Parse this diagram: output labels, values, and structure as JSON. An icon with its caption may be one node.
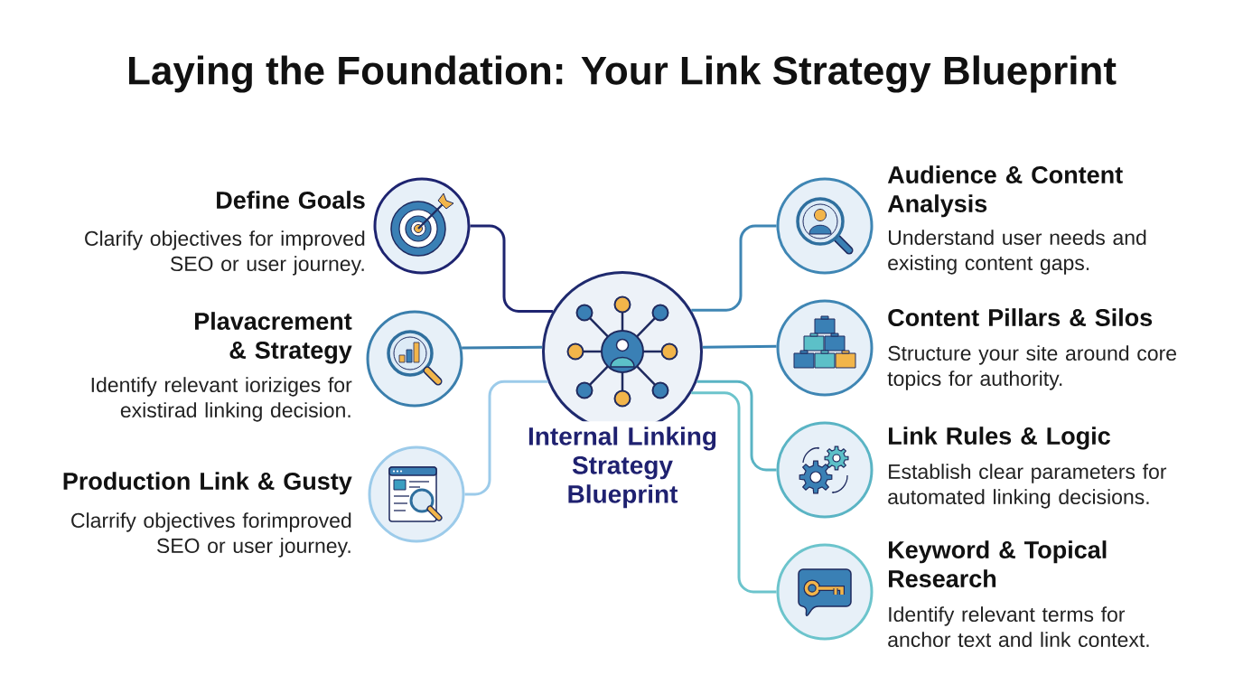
{
  "diagram": {
    "title": "Laying the Foundation: Your Link Strategy Blueprint",
    "nodes": [
      {
        "text": [
          "Internal Linking Strategy Blueprint"
        ]
      },
      {
        "text": [
          "Define Goals",
          "Clarify objectives for improved SEO or user journey."
        ]
      },
      {
        "text": [
          "Plavacrement & Strategy",
          "Identify relevant ioriziges for existirad linking decision."
        ]
      },
      {
        "text": [
          "Production Link & Gusty",
          "Clarrify objectives forimproved SEO or user journey."
        ]
      },
      {
        "text": [
          "Audience & Content Analysis",
          "Understand user needs and existing content gaps."
        ]
      },
      {
        "text": [
          "Content Pillars & Silos",
          "Structure your site around core topics for authority."
        ]
      },
      {
        "text": [
          "Link Rules & Logic",
          "Establish clear parameters for automated linking decisions."
        ]
      },
      {
        "text": [
          "Keyword & Topical Research",
          "Identify relevant terms for anchor text and link context."
        ]
      }
    ],
    "edges": [
      {
        "from": 0,
        "to": 1,
        "arrow": "none",
        "color": "#1e2470"
      },
      {
        "from": 0,
        "to": 2,
        "arrow": "none",
        "color": "#3b7fad"
      },
      {
        "from": 0,
        "to": 3,
        "arrow": "none",
        "color": "#9ccbea"
      },
      {
        "from": 0,
        "to": 4,
        "arrow": "none",
        "color": "#3f86b4"
      },
      {
        "from": 0,
        "to": 5,
        "arrow": "none",
        "color": "#3a83b3"
      },
      {
        "from": 0,
        "to": 6,
        "arrow": "none",
        "color": "#5ab4c4"
      },
      {
        "from": 0,
        "to": 7,
        "arrow": "none",
        "color": "#6cc4cc"
      }
    ]
  }
}
